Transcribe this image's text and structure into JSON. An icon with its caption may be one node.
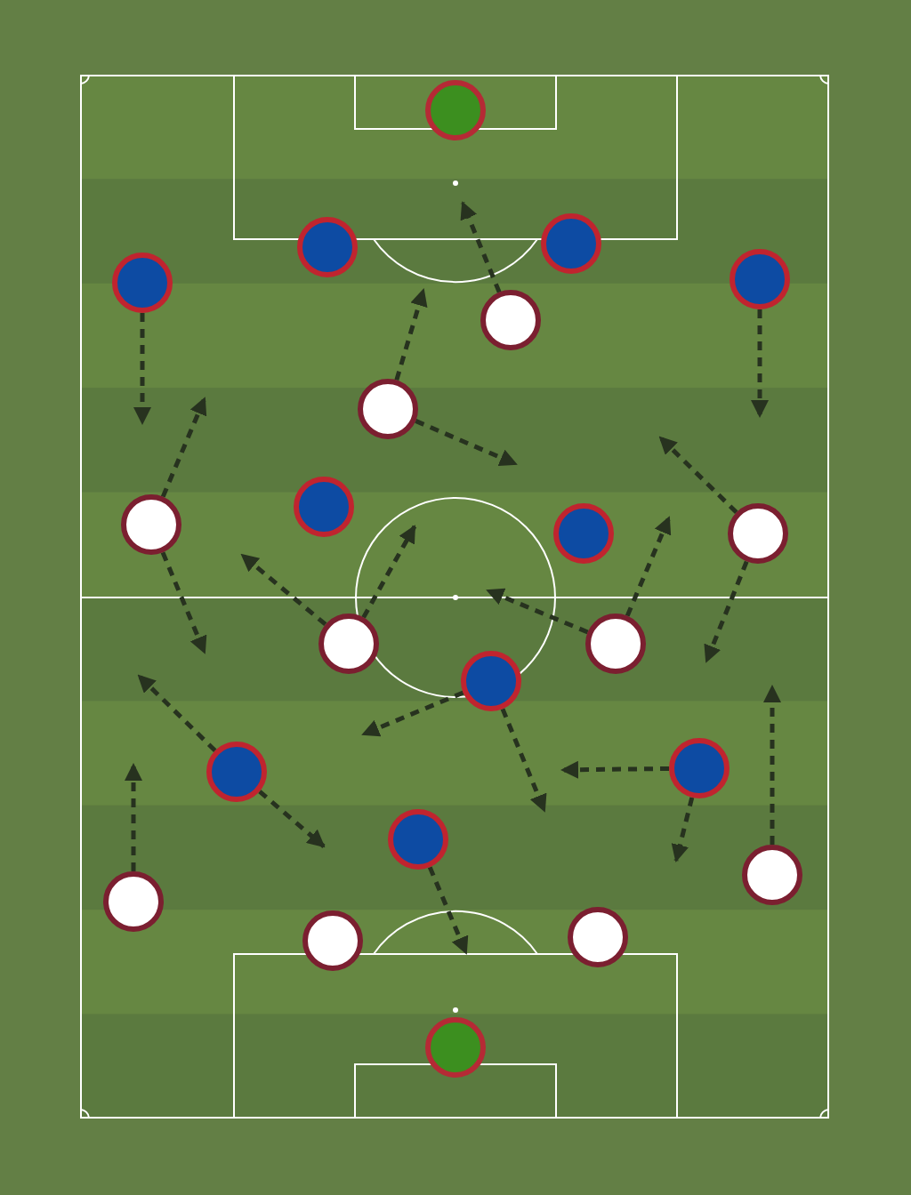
{
  "diagram": {
    "nodes": [
      {
        "text": [],
        "shape": "circle"
      },
      {
        "text": [],
        "shape": "circle"
      },
      {
        "text": [],
        "shape": "circle"
      },
      {
        "text": [],
        "shape": "circle"
      },
      {
        "text": [],
        "shape": "circle"
      },
      {
        "text": [],
        "shape": "circle"
      },
      {
        "text": [],
        "shape": "circle"
      },
      {
        "text": [],
        "shape": "circle"
      },
      {
        "text": [],
        "shape": "circle"
      },
      {
        "text": [],
        "shape": "circle"
      },
      {
        "text": [],
        "shape": "circle"
      },
      {
        "text": [],
        "shape": "circle"
      },
      {
        "text": [],
        "shape": "circle"
      },
      {
        "text": [],
        "shape": "circle"
      },
      {
        "text": [],
        "shape": "circle"
      },
      {
        "text": [],
        "shape": "circle"
      },
      {
        "text": [],
        "shape": "circle"
      },
      {
        "text": [],
        "shape": "circle"
      },
      {
        "text": [],
        "shape": "circle"
      },
      {
        "text": [],
        "shape": "circle"
      },
      {
        "text": [],
        "shape": "circle"
      },
      {
        "text": [],
        "shape": "circle"
      }
    ],
    "edges": [
      {
        "from": 5,
        "to": null,
        "arrow": "to",
        "style": "dashed"
      },
      {
        "from": 6,
        "to": null,
        "arrow": "to",
        "style": "dashed"
      },
      {
        "from": 6,
        "to": null,
        "arrow": "to",
        "style": "dashed"
      },
      {
        "from": 3,
        "to": null,
        "arrow": "to",
        "style": "dashed"
      },
      {
        "from": 4,
        "to": null,
        "arrow": "to",
        "style": "dashed"
      },
      {
        "from": 9,
        "to": null,
        "arrow": "to",
        "style": "dashed"
      },
      {
        "from": 9,
        "to": null,
        "arrow": "to",
        "style": "dashed"
      },
      {
        "from": 10,
        "to": null,
        "arrow": "to",
        "style": "dashed"
      },
      {
        "from": 10,
        "to": null,
        "arrow": "to",
        "style": "dashed"
      },
      {
        "from": 11,
        "to": null,
        "arrow": "to",
        "style": "dashed"
      },
      {
        "from": 11,
        "to": null,
        "arrow": "to",
        "style": "dashed"
      },
      {
        "from": 12,
        "to": null,
        "arrow": "to",
        "style": "dashed"
      },
      {
        "from": 12,
        "to": null,
        "arrow": "to",
        "style": "dashed"
      },
      {
        "from": 13,
        "to": null,
        "arrow": "to",
        "style": "dashed"
      },
      {
        "from": 13,
        "to": null,
        "arrow": "to",
        "style": "dashed"
      },
      {
        "from": 14,
        "to": null,
        "arrow": "to",
        "style": "dashed"
      },
      {
        "from": 14,
        "to": null,
        "arrow": "to",
        "style": "dashed"
      },
      {
        "from": 15,
        "to": null,
        "arrow": "to",
        "style": "dashed"
      },
      {
        "from": 15,
        "to": null,
        "arrow": "to",
        "style": "dashed"
      },
      {
        "from": 16,
        "to": null,
        "arrow": "to",
        "style": "dashed"
      },
      {
        "from": 17,
        "to": null,
        "arrow": "to",
        "style": "dashed"
      },
      {
        "from": 18,
        "to": null,
        "arrow": "to",
        "style": "dashed"
      }
    ]
  }
}
